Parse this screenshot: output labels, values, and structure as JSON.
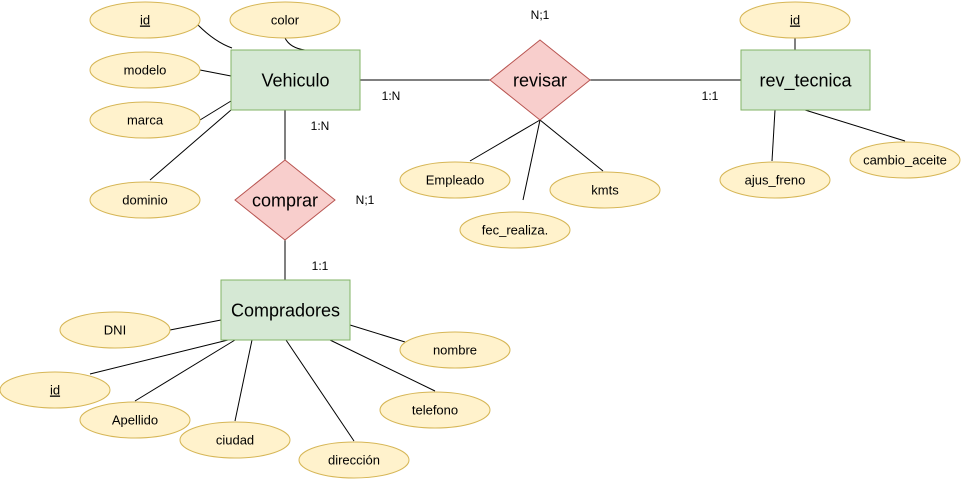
{
  "colors": {
    "entity_fill": "#d5e8d4",
    "entity_stroke": "#82b366",
    "relationship_fill": "#f8cecc",
    "relationship_stroke": "#b85450",
    "attribute_fill": "#fff2cc",
    "attribute_stroke": "#d6b656"
  },
  "entities": {
    "vehiculo": "Vehiculo",
    "rev_tecnica": "rev_tecnica",
    "compradores": "Compradores"
  },
  "relationships": {
    "revisar": "revisar",
    "comprar": "comprar"
  },
  "cardinalities": {
    "revisar_top": "N;1",
    "vehiculo_revisar": "1:N",
    "revisar_rev": "1:1",
    "vehiculo_comprar": "1:N",
    "comprar_side": "N;1",
    "comprar_compradores": "1:1"
  },
  "attributes": {
    "vehiculo_id": "id",
    "color": "color",
    "modelo": "modelo",
    "marca": "marca",
    "dominio": "dominio",
    "rev_id": "id",
    "ajus_freno": "ajus_freno",
    "cambio_aceite": "cambio_aceite",
    "empleado": "Empleado",
    "fec_realiza": "fec_realiza.",
    "kmts": "kmts",
    "dni": "DNI",
    "comprador_id": "id",
    "apellido": "Apellido",
    "ciudad": "ciudad",
    "direccion": "dirección",
    "telefono": "telefono",
    "nombre": "nombre"
  }
}
